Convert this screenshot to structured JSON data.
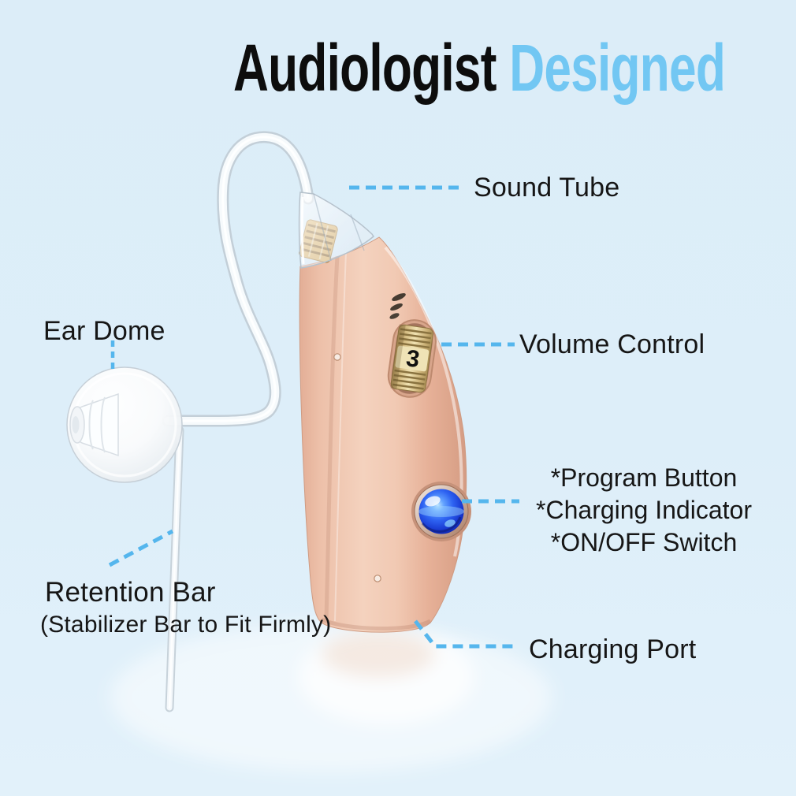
{
  "title": {
    "black": "Audiologist",
    "blue": "Designed"
  },
  "labels": {
    "sound_tube": "Sound Tube",
    "ear_dome": "Ear Dome",
    "volume_control": "Volume Control",
    "program_button": "*Program Button",
    "charging_indicator": "*Charging Indicator",
    "on_off_switch": "*ON/OFF Switch",
    "retention_bar": "Retention Bar",
    "retention_bar_sub": "(Stabilizer Bar to Fit Firmly)",
    "charging_port": "Charging Port"
  },
  "device": {
    "volume_level": "3"
  },
  "colors": {
    "background": "#DDEEF9",
    "title_text": "#0d0d0d",
    "title_accent": "#72C7F3",
    "callout_line": "#55B6ED",
    "label_text": "#161616",
    "device_body": "#F1C9B3",
    "volume_wheel": "#E8D7A4",
    "button_glow": "#2E63F2"
  }
}
